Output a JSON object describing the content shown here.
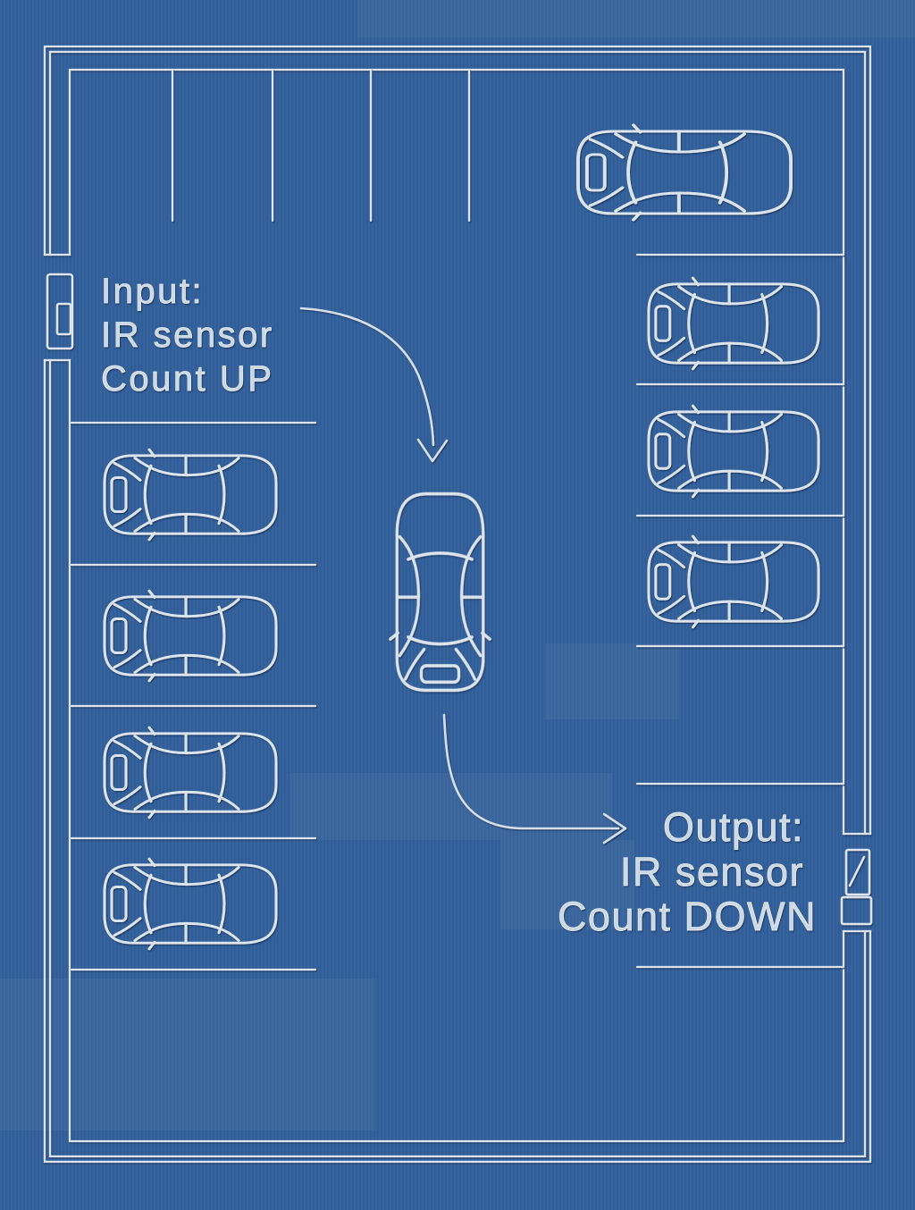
{
  "title": "Parking lot IR sensor car-counting blueprint",
  "colors": {
    "background": "#32609a",
    "line": "#dde6ee",
    "text": "#ccd9e6",
    "emboss_shadow": "#14335e"
  },
  "labels": {
    "input": {
      "line1": "Input:",
      "line2": "IR sensor",
      "line3": "Count UP"
    },
    "output": {
      "line1": "Output:",
      "line2": "IR sensor",
      "line3": "Count DOWN"
    }
  },
  "sensors": [
    {
      "id": "entrance",
      "type": "IR sensor",
      "location": "left wall entrance gap",
      "action": "Count UP"
    },
    {
      "id": "exit",
      "type": "IR sensor",
      "location": "right wall exit gap",
      "action": "Count DOWN"
    }
  ],
  "lot": {
    "parked_cars_top_right": 1,
    "parked_cars_right_column": 3,
    "parked_cars_left_column": 4,
    "moving_cars_center_aisle": 1,
    "empty_stalls_top_row": 5,
    "empty_stall_left_column": 1,
    "empty_stalls_right_column": 2
  }
}
